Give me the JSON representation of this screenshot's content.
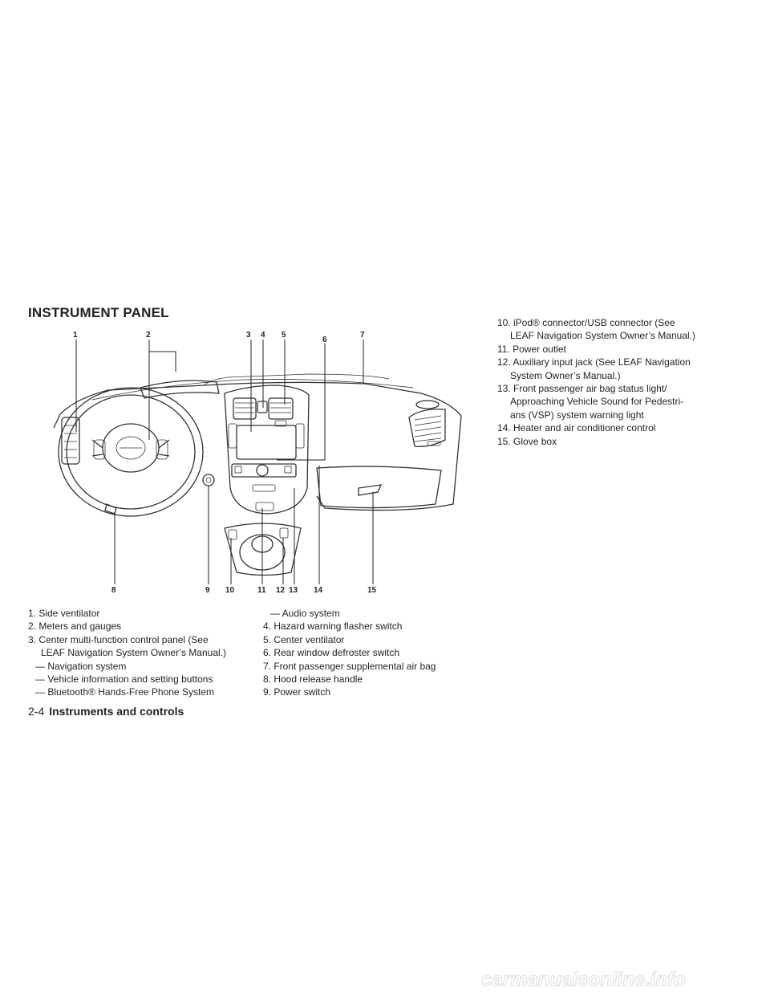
{
  "section_title": "INSTRUMENT PANEL",
  "diagram": {
    "callouts": [
      "1",
      "2",
      "3",
      "4",
      "5",
      "6",
      "7",
      "8",
      "9",
      "10",
      "11",
      "12",
      "13",
      "14",
      "15"
    ]
  },
  "legend": {
    "item1": "1. Side ventilator",
    "item2": "2. Meters and gauges",
    "item3": "3. Center multi-function control panel (See",
    "item3_cont": "LEAF Navigation System Owner’s Manual.)",
    "item3_sub1": "— Navigation system",
    "item3_sub2": "— Vehicle information and setting buttons",
    "item3_sub3": "— Bluetooth® Hands-Free Phone System",
    "item3_sub4": "— Audio system",
    "item4": "4. Hazard warning flasher switch",
    "item5": "5. Center ventilator",
    "item6": "6. Rear window defroster switch",
    "item7": "7. Front passenger supplemental air bag",
    "item8": "8. Hood release handle",
    "item9": "9. Power switch",
    "item10": "10. iPod® connector/USB connector (See",
    "item10_cont": "LEAF Navigation System Owner’s Manual.)",
    "item11": "11. Power outlet",
    "item12": "12. Auxiliary input jack (See LEAF Navigation",
    "item12_cont": "System Owner’s Manual.)",
    "item13": "13. Front passenger air bag status light/",
    "item13_cont1": "Approaching Vehicle Sound for Pedestri-",
    "item13_cont2": "ans (VSP) system warning light",
    "item14": "14. Heater and air conditioner control",
    "item15": "15. Glove box"
  },
  "footer": {
    "page": "2-4",
    "chapter": "Instruments and controls"
  },
  "watermark": "carmanualsonline.info"
}
